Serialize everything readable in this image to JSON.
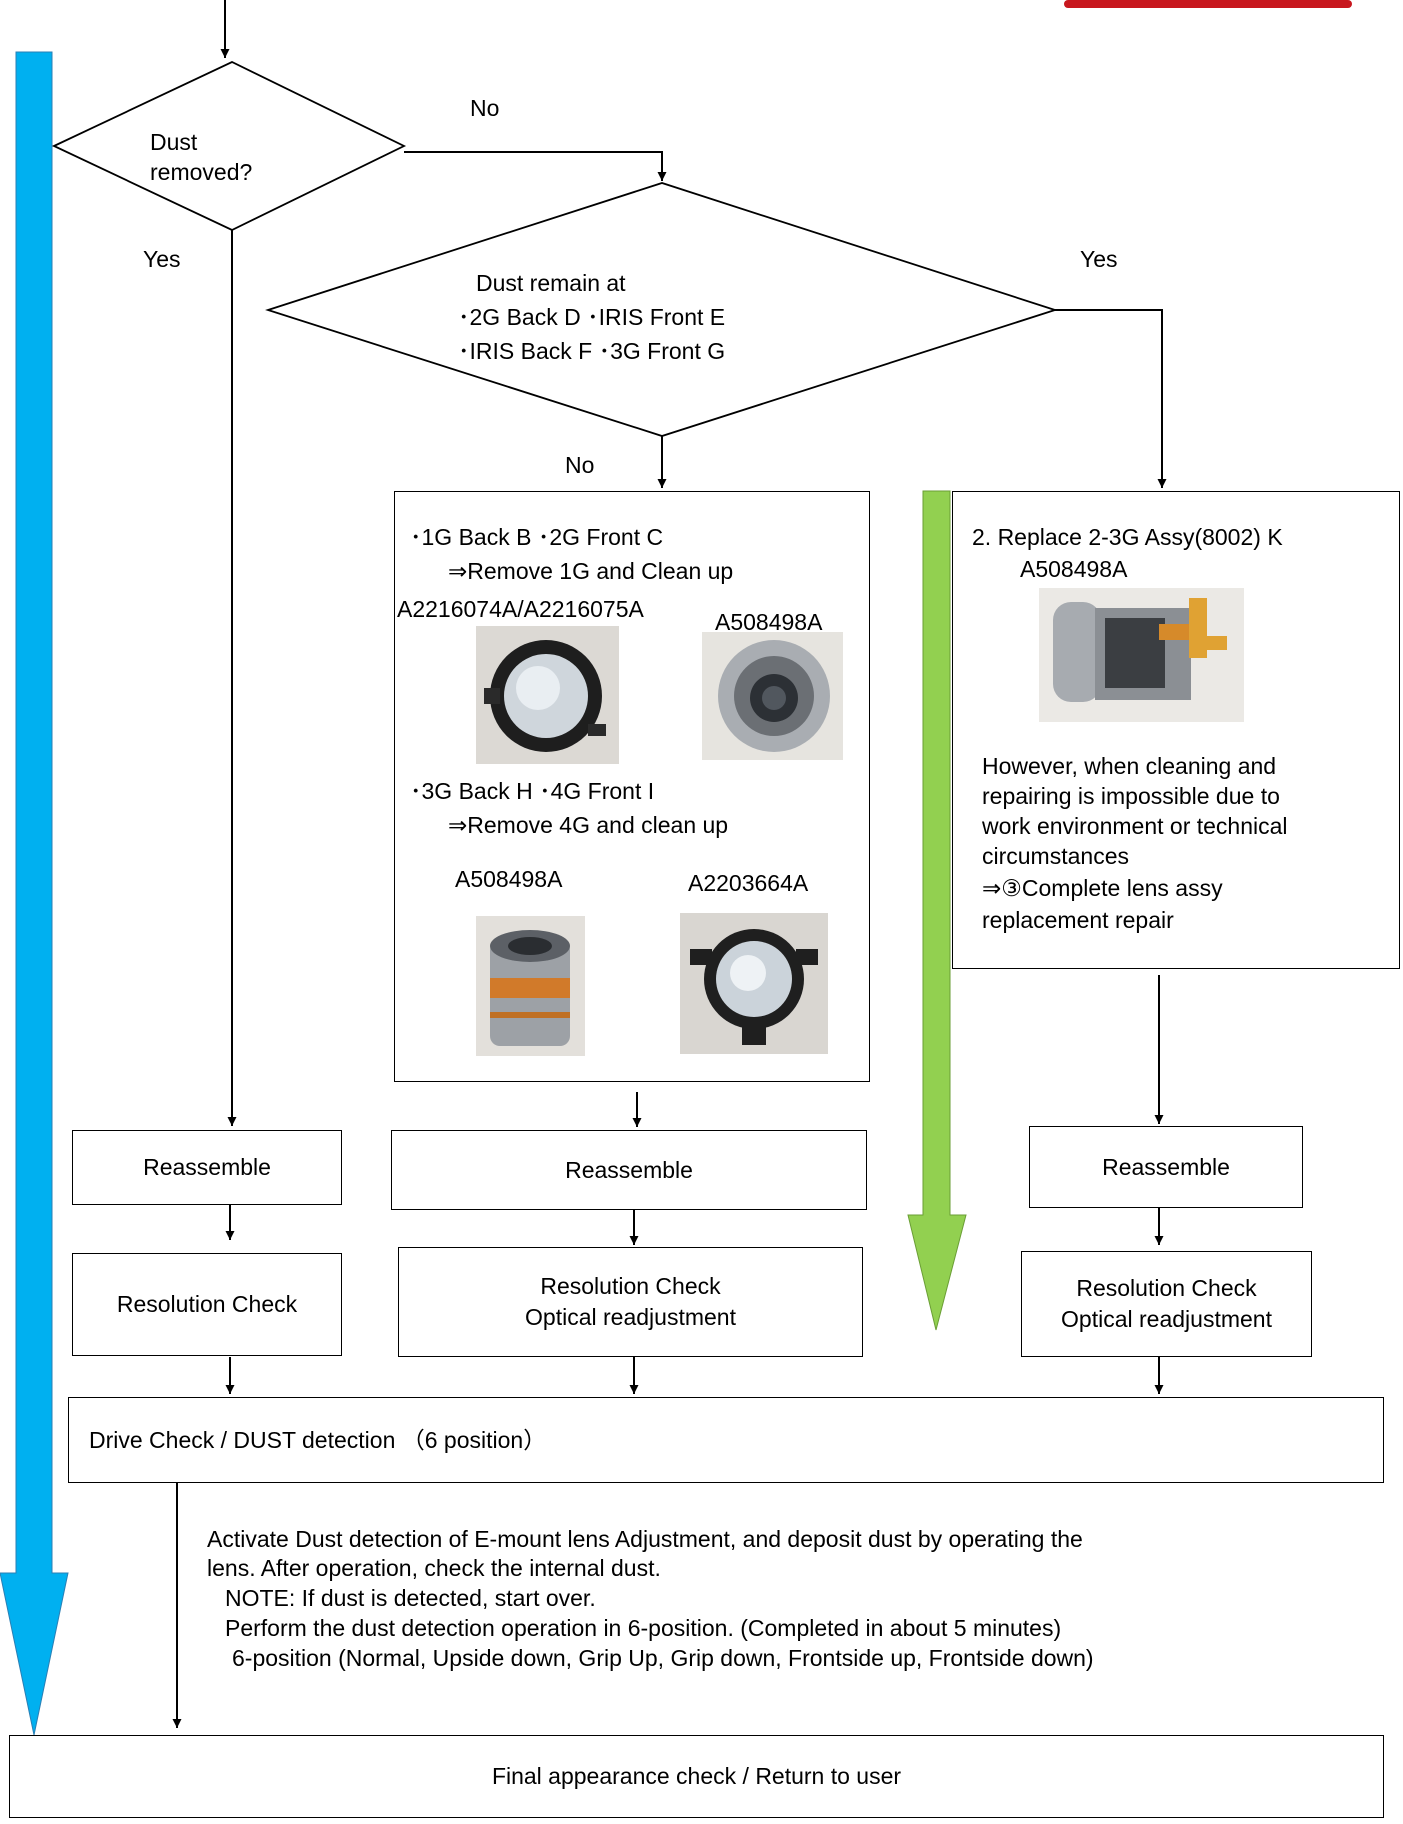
{
  "top_right_bar_color": "#c8171e",
  "arrows": {
    "blue": "#00b0f0",
    "green": "#92d050"
  },
  "decision_dust_removed": {
    "line1": "Dust",
    "line2": "removed?",
    "no_label": "No",
    "yes_label": "Yes"
  },
  "decision_dust_remain": {
    "line1": "Dust remain at",
    "line2": "･2G Back  D  ･IRIS Front   E",
    "line3": "･IRIS Back F    ･3G Front  G",
    "yes_label": "Yes",
    "no_label": "No"
  },
  "clean_box": {
    "line1": "･1G Back  B ･2G Front  C",
    "line2": "⇒Remove 1G and Clean up",
    "part_a": "A2216074A/A2216075A",
    "part_b": "A508498A",
    "line3": "･3G Back  H  ･4G Front  I",
    "line4": "⇒Remove 4G and clean up",
    "part_c": "A508498A",
    "part_d": "A2203664A"
  },
  "replace_box": {
    "line1": "2. Replace 2-3G Assy(8002)  K",
    "part": "A508498A",
    "note1": "However, when cleaning and",
    "note2": "repairing is impossible due to",
    "note3": "work environment or technical",
    "note4": "circumstances",
    "note5": "⇒③Complete lens assy",
    "note6": "replacement repair"
  },
  "left_column": {
    "reassemble": "Reassemble",
    "resolution": "Resolution Check"
  },
  "middle_column": {
    "reassemble": "Reassemble",
    "resolution_1": "Resolution Check",
    "resolution_2": "Optical readjustment"
  },
  "right_column": {
    "reassemble": "Reassemble",
    "resolution_1": "Resolution Check",
    "resolution_2": "Optical readjustment"
  },
  "drive_check": "Drive Check / DUST detection （6 position）",
  "notes": {
    "line1": "Activate Dust detection of E-mount lens Adjustment, and deposit dust by operating the",
    "line2": "lens. After operation, check the internal dust.",
    "line3": "NOTE: If dust is detected, start over.",
    "line4": "Perform the dust detection operation in 6-position. (Completed in about 5 minutes)",
    "line5": "6-position (Normal, Upside down, Grip Up, Grip down, Frontside up, Frontside down)"
  },
  "final": "Final appearance check / Return to user"
}
